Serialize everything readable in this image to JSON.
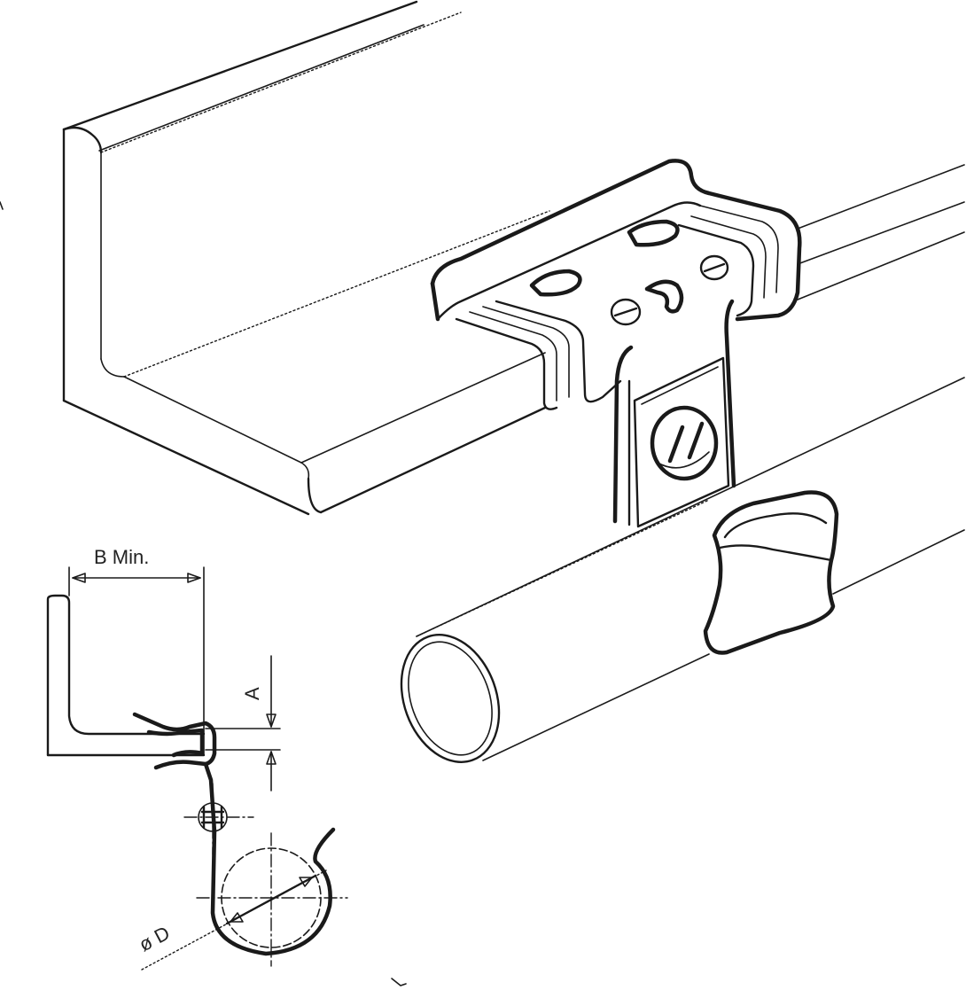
{
  "labels": {
    "b_min": "B Min.",
    "a": "A",
    "diameter": "ø D"
  }
}
